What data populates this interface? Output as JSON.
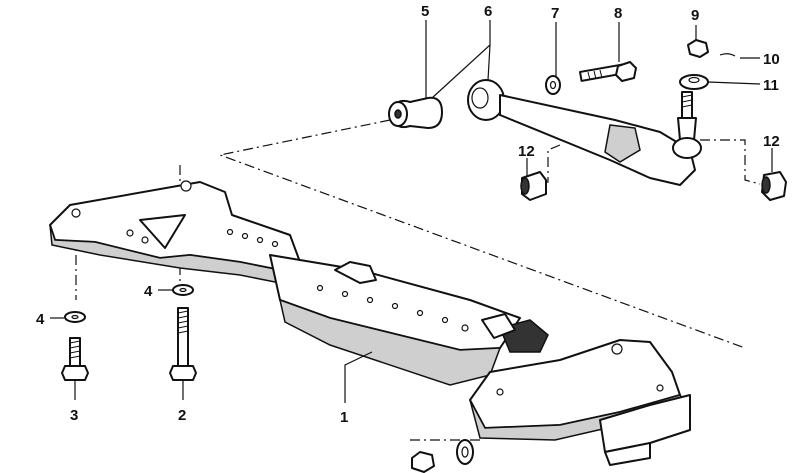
{
  "diagram": {
    "callouts": [
      {
        "id": "c1",
        "text": "1"
      },
      {
        "id": "c2",
        "text": "2"
      },
      {
        "id": "c3",
        "text": "3"
      },
      {
        "id": "c4a",
        "text": "4"
      },
      {
        "id": "c4b",
        "text": "4"
      },
      {
        "id": "c5",
        "text": "5"
      },
      {
        "id": "c6",
        "text": "6"
      },
      {
        "id": "c7",
        "text": "7"
      },
      {
        "id": "c8",
        "text": "8"
      },
      {
        "id": "c9",
        "text": "9"
      },
      {
        "id": "c10",
        "text": "10"
      },
      {
        "id": "c11",
        "text": "11"
      },
      {
        "id": "c12a",
        "text": "12"
      },
      {
        "id": "c12b",
        "text": "12"
      }
    ]
  }
}
